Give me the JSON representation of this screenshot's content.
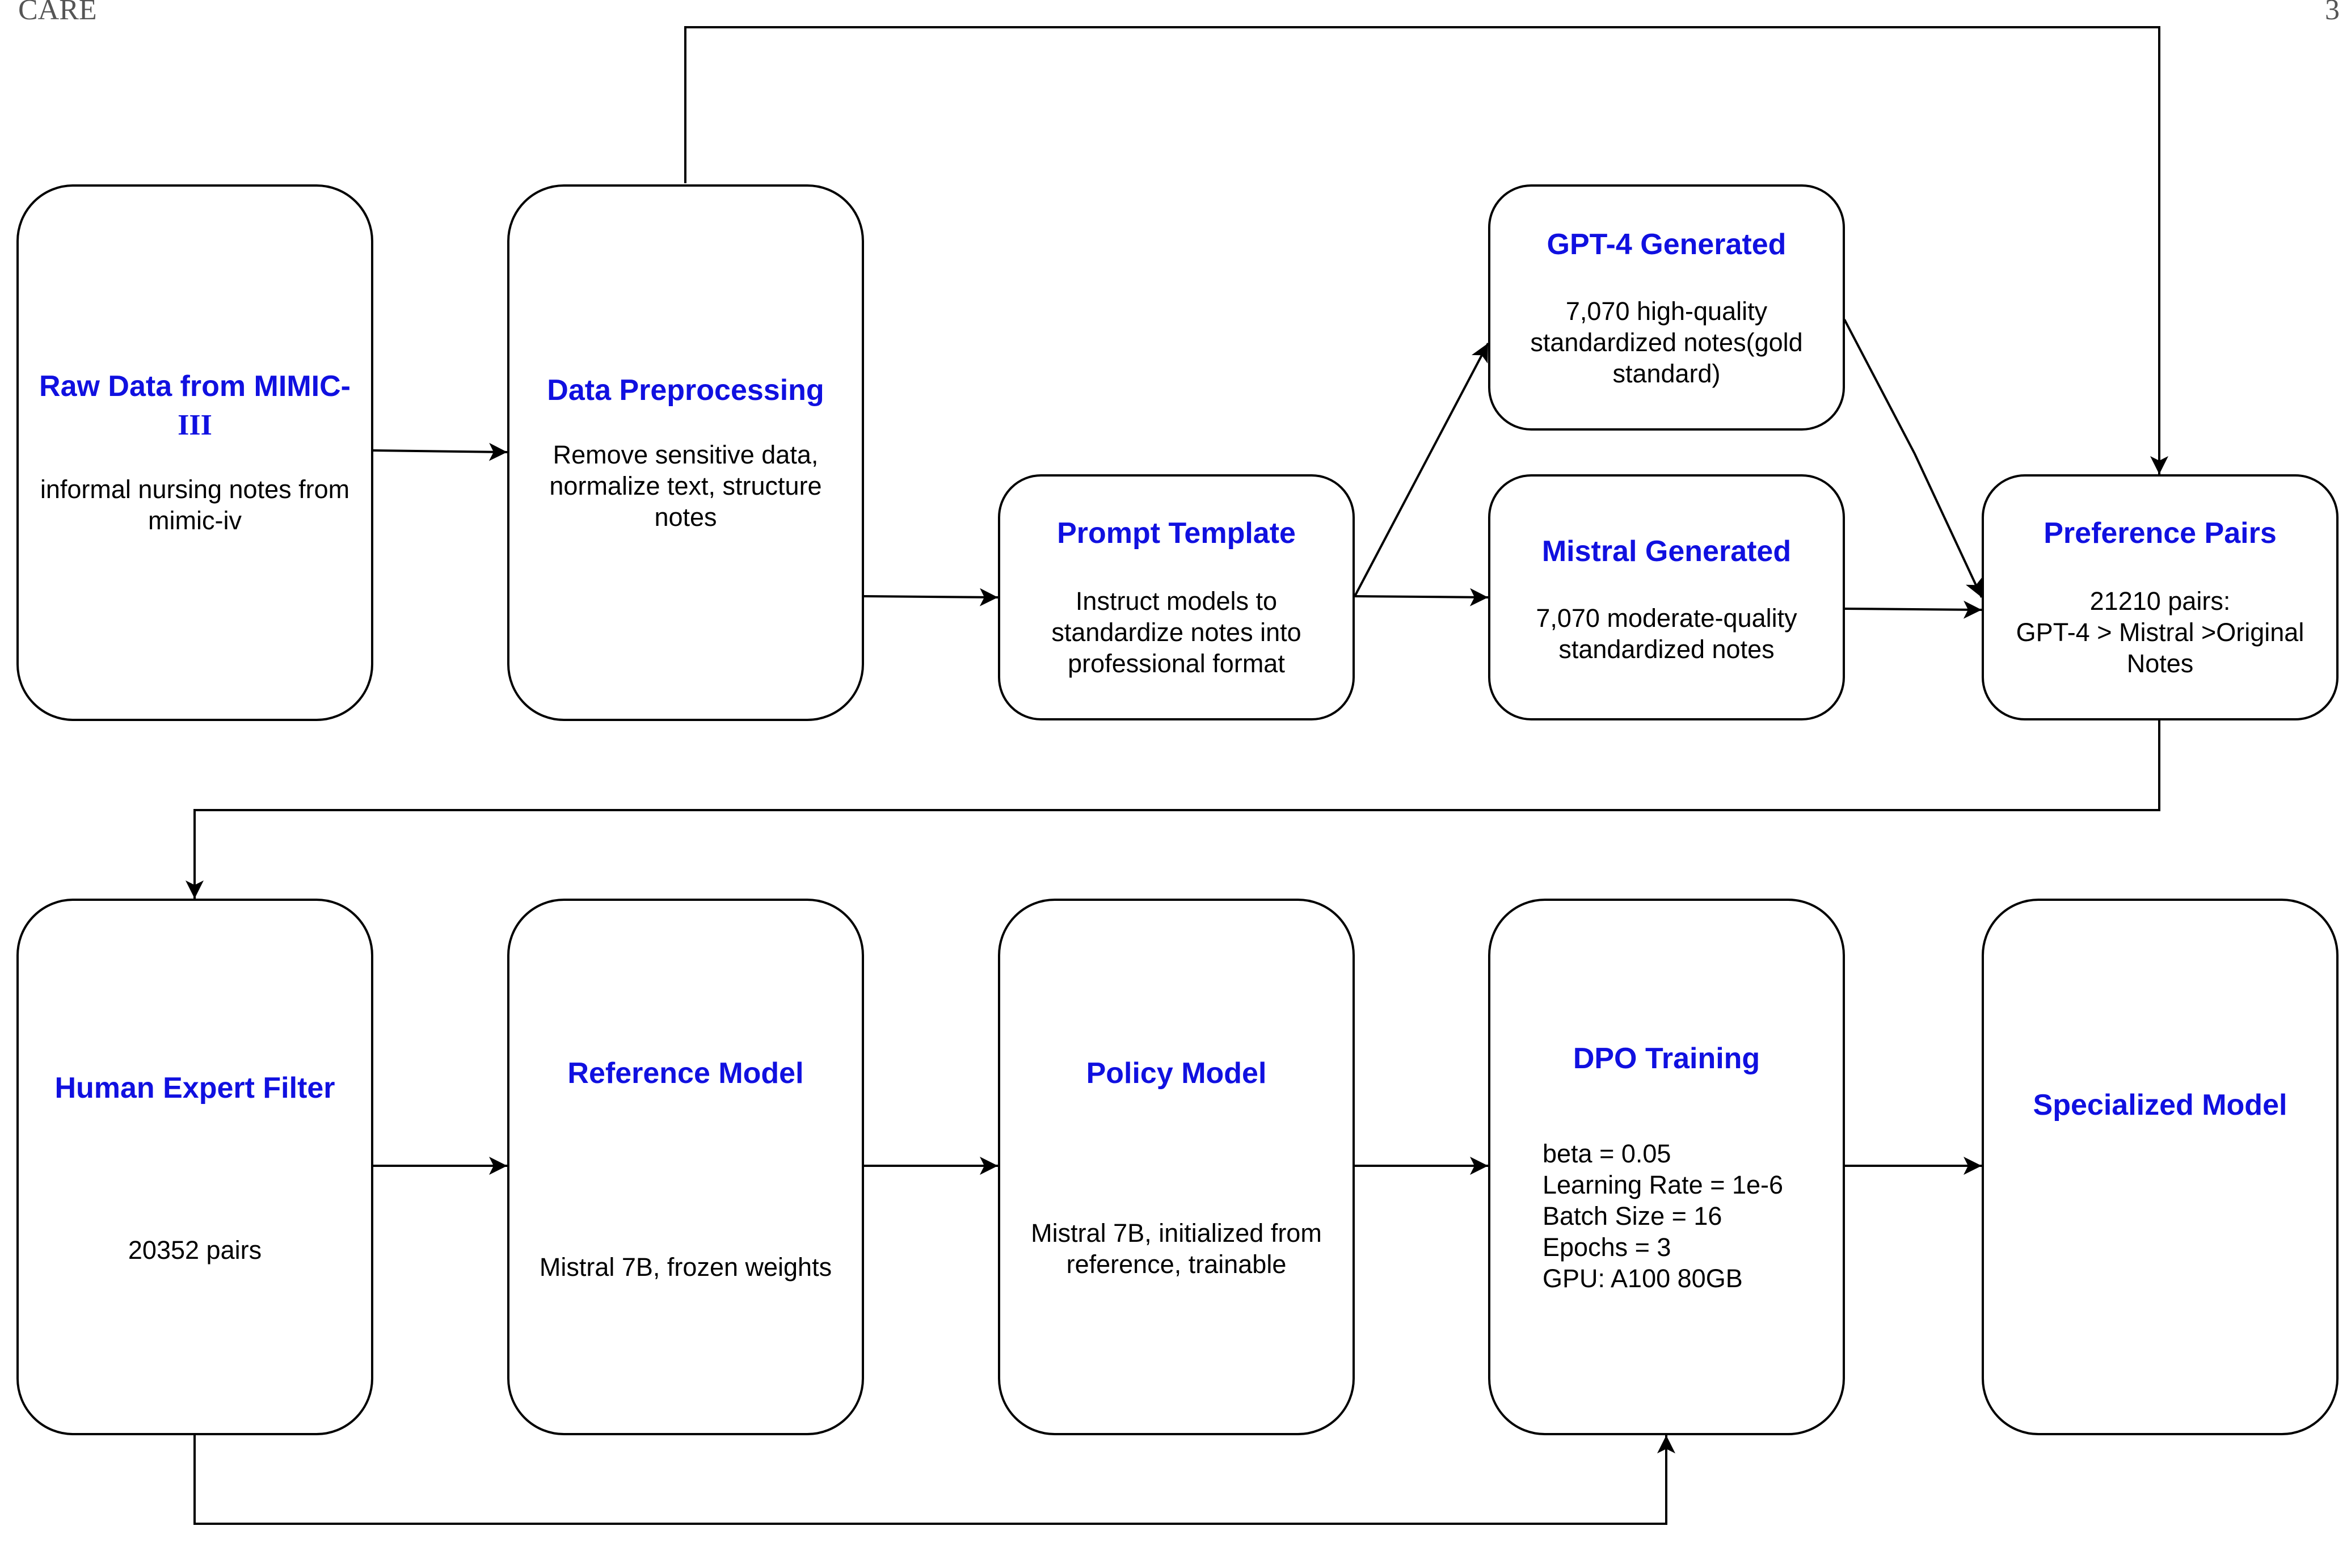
{
  "header": {
    "left": "CARE",
    "right": "3"
  },
  "nodes": {
    "raw_data": {
      "title_main": "Raw Data from MIMIC-",
      "title_tail": "III",
      "body": [
        "informal nursing notes from",
        "mimic-iv"
      ]
    },
    "preprocessing": {
      "title": "Data Preprocessing",
      "body": [
        "Remove sensitive data,",
        "normalize text, structure",
        "notes"
      ]
    },
    "prompt_template": {
      "title": "Prompt Template",
      "body": [
        "Instruct models to",
        "standardize notes into",
        "professional format"
      ]
    },
    "gpt4_generated": {
      "title": "GPT-4 Generated",
      "body": [
        "7,070 high-quality",
        "standardized notes(gold",
        "standard)"
      ]
    },
    "mistral_generated": {
      "title": "Mistral Generated",
      "body": [
        "7,070 moderate-quality",
        "standardized notes"
      ]
    },
    "preference_pairs": {
      "title": "Preference Pairs",
      "body": [
        "21210 pairs:",
        "GPT-4 > Mistral >Original",
        "Notes"
      ]
    },
    "human_expert_filter": {
      "title": "Human Expert Filter",
      "body": [
        "20352 pairs"
      ]
    },
    "reference_model": {
      "title": "Reference Model",
      "body": [
        "Mistral 7B, frozen weights"
      ]
    },
    "policy_model": {
      "title": "Policy Model",
      "body": [
        "Mistral 7B, initialized from",
        "reference, trainable"
      ]
    },
    "dpo_training": {
      "title": "DPO Training",
      "body": [
        "beta = 0.05",
        "Learning Rate = 1e-6",
        "Batch Size = 16",
        "Epochs = 3",
        "GPU: A100 80GB"
      ]
    },
    "specialized_model": {
      "title": "Specialized Model"
    }
  }
}
